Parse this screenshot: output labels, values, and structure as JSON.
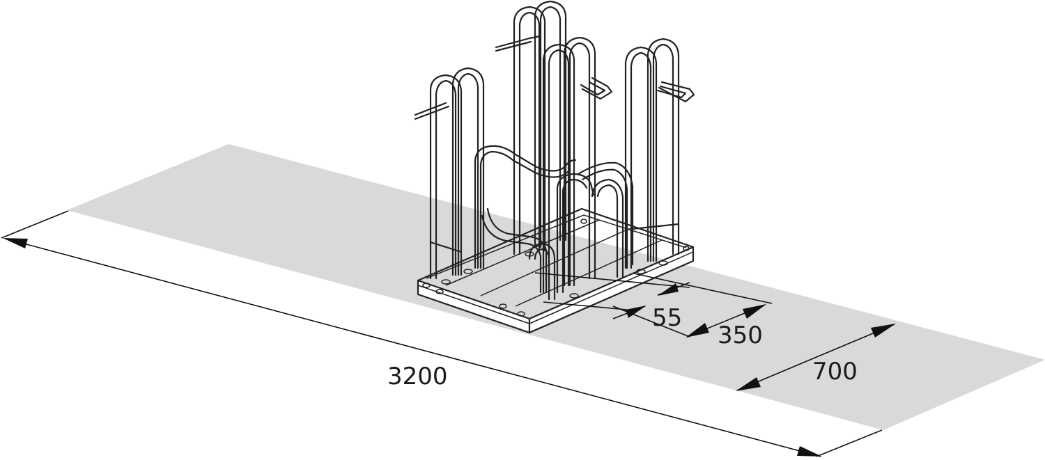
{
  "dimensions": {
    "total_length": "3200",
    "depth": "700",
    "spacing": "350",
    "offset": "55"
  },
  "colors": {
    "ground": "#d9d9d9",
    "line": "#222222",
    "background": "#ffffff"
  }
}
